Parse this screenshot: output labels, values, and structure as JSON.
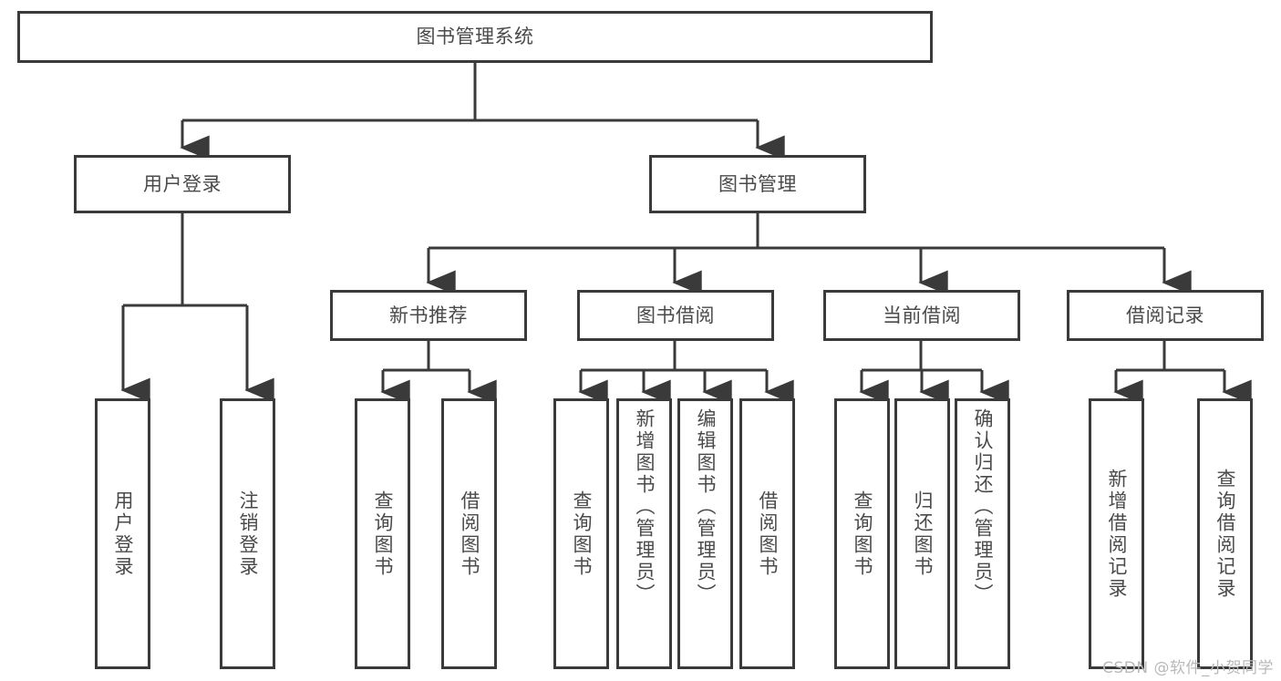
{
  "diagram": {
    "title": "图书管理系统",
    "root": {
      "label": "图书管理系统"
    },
    "level2": [
      {
        "label": "用户登录"
      },
      {
        "label": "图书管理"
      }
    ],
    "level3": [
      {
        "label": "新书推荐"
      },
      {
        "label": "图书借阅"
      },
      {
        "label": "当前借阅"
      },
      {
        "label": "借阅记录"
      }
    ],
    "leaves": {
      "user_login": [
        {
          "label": "用户登录"
        },
        {
          "label": "注销登录"
        }
      ],
      "new_book_recommend": [
        {
          "label": "查询图书"
        },
        {
          "label": "借阅图书"
        }
      ],
      "book_borrow": [
        {
          "label": "查询图书"
        },
        {
          "label": "新增图书（管理员）"
        },
        {
          "label": "编辑图书（管理员）"
        },
        {
          "label": "借阅图书"
        }
      ],
      "current_borrow": [
        {
          "label": "查询图书"
        },
        {
          "label": "归还图书"
        },
        {
          "label": "确认归还（管理员）"
        }
      ],
      "borrow_record": [
        {
          "label": "新增借阅记录"
        },
        {
          "label": "查询借阅记录"
        }
      ]
    }
  },
  "watermark": {
    "text": "CSDN @软件_小贺同学"
  },
  "colors": {
    "stroke": "#3a3a3a",
    "text": "#4a4a4a",
    "background": "#ffffff",
    "watermark": "#b9b9b9"
  }
}
